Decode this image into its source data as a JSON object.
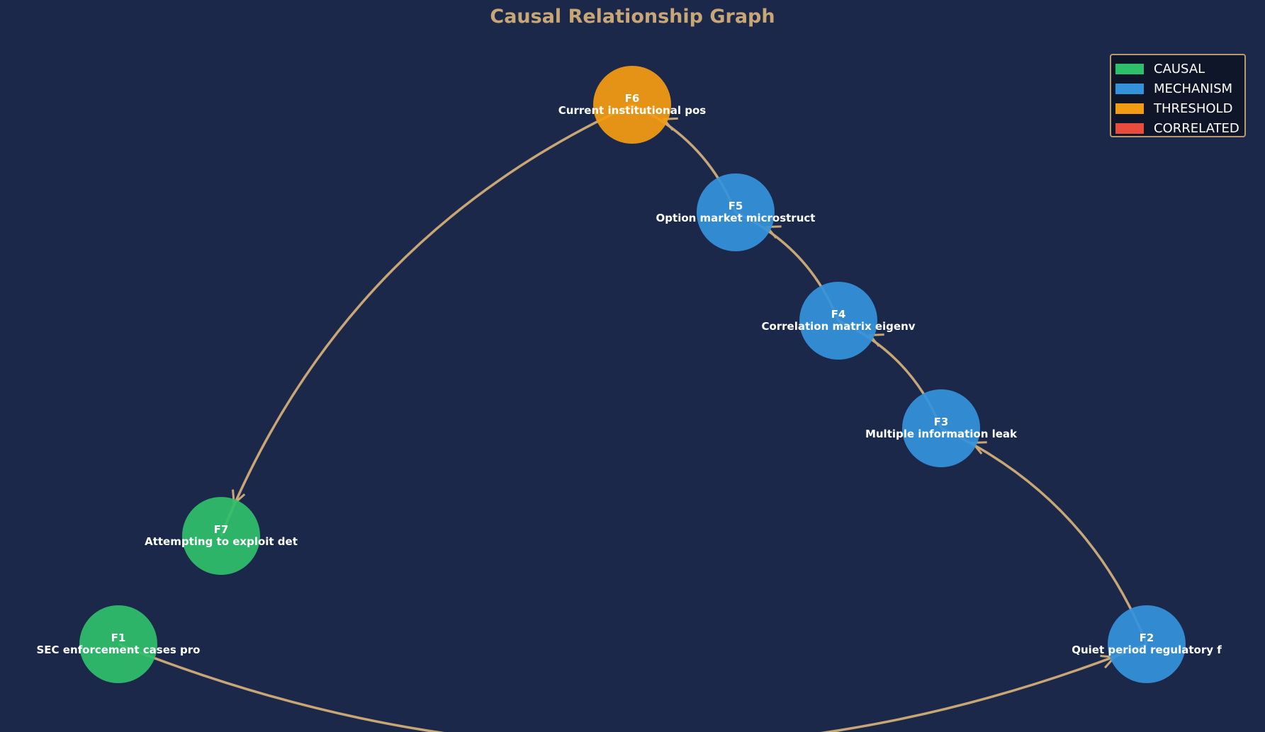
{
  "title": "Causal Relationship Graph",
  "legend": [
    {
      "label": "CAUSAL",
      "color": "#2ebf6b"
    },
    {
      "label": "MECHANISM",
      "color": "#3492db"
    },
    {
      "label": "THRESHOLD",
      "color": "#f39c12"
    },
    {
      "label": "CORRELATED",
      "color": "#e74c3c"
    }
  ],
  "colors": {
    "background": "#1b284a",
    "edge": "#c8a675",
    "title": "#c8a675"
  },
  "nodes": [
    {
      "id": "F1",
      "label": "SEC enforcement cases pro",
      "type": "CAUSAL"
    },
    {
      "id": "F2",
      "label": "Quiet period regulatory f",
      "type": "MECHANISM"
    },
    {
      "id": "F3",
      "label": "Multiple information leak",
      "type": "MECHANISM"
    },
    {
      "id": "F4",
      "label": "Correlation matrix eigenv",
      "type": "MECHANISM"
    },
    {
      "id": "F5",
      "label": "Option market microstruct",
      "type": "MECHANISM"
    },
    {
      "id": "F6",
      "label": "Current institutional pos",
      "type": "THRESHOLD"
    },
    {
      "id": "F7",
      "label": "Attempting to exploit det",
      "type": "CAUSAL"
    }
  ],
  "edges": [
    {
      "from": "F1",
      "to": "F2"
    },
    {
      "from": "F2",
      "to": "F3"
    },
    {
      "from": "F3",
      "to": "F4"
    },
    {
      "from": "F4",
      "to": "F5"
    },
    {
      "from": "F5",
      "to": "F6"
    },
    {
      "from": "F6",
      "to": "F7"
    }
  ]
}
